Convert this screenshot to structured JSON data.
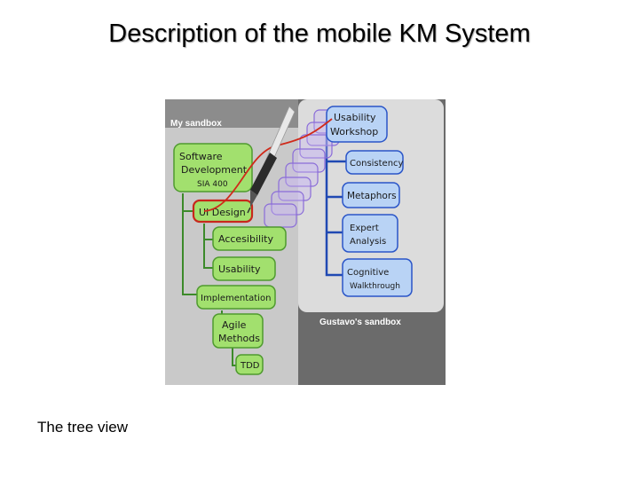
{
  "slide": {
    "title": "Description of the mobile KM System",
    "caption": "The tree view"
  },
  "figure": {
    "left_panel": {
      "label": "My sandbox",
      "nodes": [
        {
          "lines": [
            "Software",
            "Development",
            "SIA 400"
          ]
        },
        {
          "lines": [
            "UI Design"
          ]
        },
        {
          "lines": [
            "Accesibility"
          ]
        },
        {
          "lines": [
            "Usability"
          ]
        },
        {
          "lines": [
            "Implementation"
          ]
        },
        {
          "lines": [
            "Agile",
            "Methods"
          ]
        },
        {
          "lines": [
            "TDD"
          ]
        }
      ]
    },
    "right_panel": {
      "label": "Gustavo's sandbox",
      "nodes": [
        {
          "lines": [
            "Usability",
            "Workshop"
          ]
        },
        {
          "lines": [
            "Consistency"
          ]
        },
        {
          "lines": [
            "Metaphors"
          ]
        },
        {
          "lines": [
            "Expert",
            "Analysis"
          ]
        },
        {
          "lines": [
            "Cognitive",
            "Walkthrough"
          ]
        }
      ]
    },
    "colors": {
      "left_bg": "#c9c9c9",
      "right_bg": "#6b6b6b",
      "green_fill": "#a2e06e",
      "green_border": "#4f9a2f",
      "blue_fill": "#b9d3f5",
      "blue_border": "#2a55c8",
      "connector_green": "#3c8a2a",
      "connector_blue": "#2049b3",
      "drag_path": "#d02a1a",
      "highlight": "#c8281c"
    }
  }
}
